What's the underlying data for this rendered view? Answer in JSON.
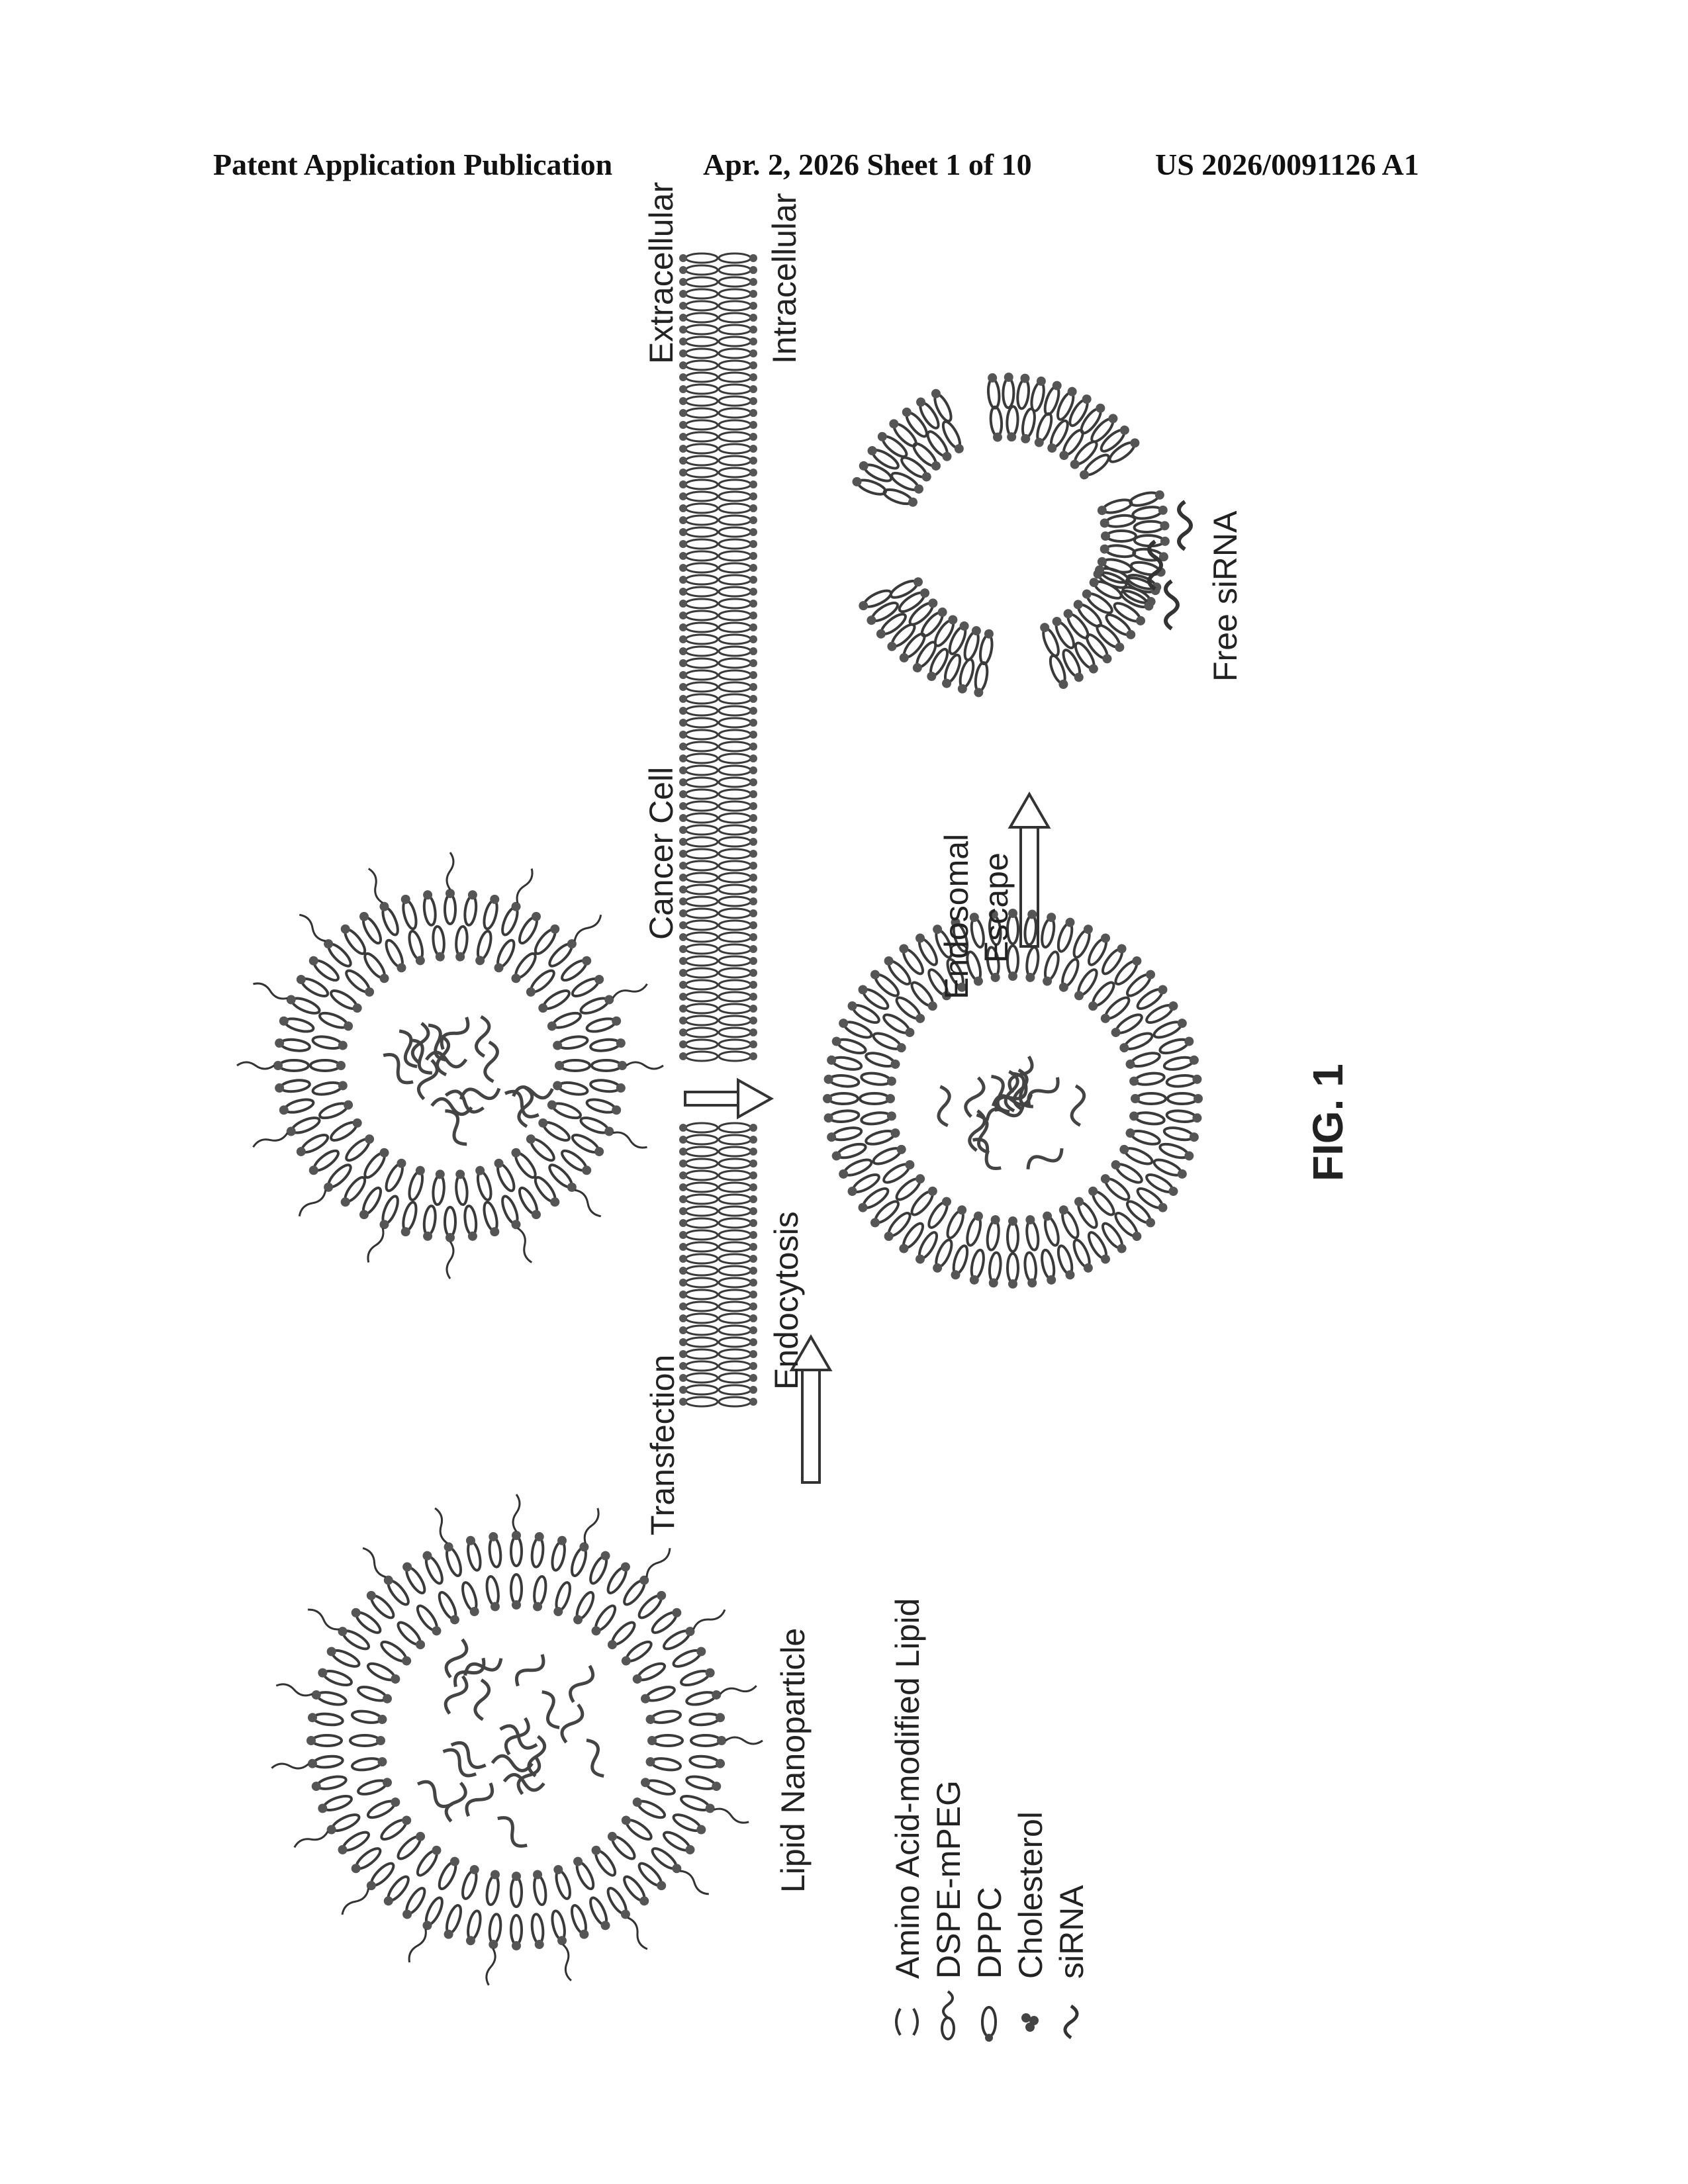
{
  "header": {
    "publication": "Patent Application Publication",
    "date_sheet": "Apr. 2, 2026   Sheet 1 of 10",
    "patent_number": "US 2026/0091126 A1"
  },
  "figure": {
    "label": "FIG. 1",
    "labels": {
      "lipid_nanoparticle": "Lipid Nanoparticle",
      "transfection": "Transfection",
      "cancer_cell": "Cancer Cell",
      "extracellular": "Extracellular",
      "intracellular": "Intracellular",
      "endocytosis": "Endocytosis",
      "endosomal": "Endosomal",
      "escape": "Escape",
      "free_sirna": "Free siRNA"
    },
    "legend": [
      {
        "icon": "amino-acid-lipid-icon",
        "label": "Amino Acid-modified Lipid"
      },
      {
        "icon": "dspe-mpeg-icon",
        "label": "DSPE-mPEG"
      },
      {
        "icon": "dppc-icon",
        "label": "DPPC"
      },
      {
        "icon": "cholesterol-icon",
        "label": "Cholesterol"
      },
      {
        "icon": "sirna-icon",
        "label": "siRNA"
      }
    ]
  },
  "colors": {
    "ink": "#3a3a3a",
    "text": "#222222"
  }
}
